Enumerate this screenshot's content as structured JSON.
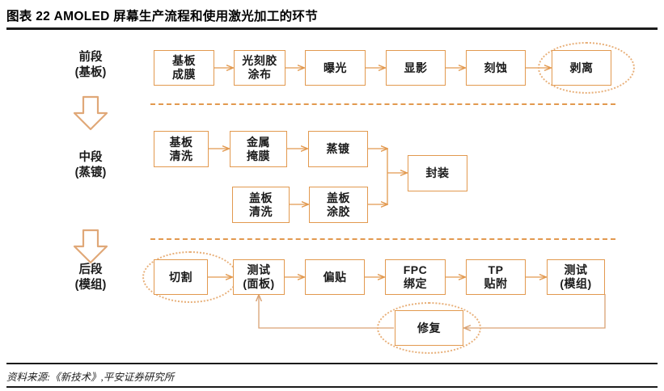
{
  "header": {
    "exhibit_label": "图表 22",
    "title": "AMOLED 屏幕生产流程和使用激光加工的环节",
    "full_title": "图表 22   AMOLED 屏幕生产流程和使用激光加工的环节"
  },
  "footer": {
    "source_note": "资料来源:《新技术》,平安证券研究所"
  },
  "colors": {
    "box_border": "#E2994F",
    "arrow": "#E2994F",
    "highlight_ellipse": "#E8B07A",
    "separator": "#E2994F",
    "rule": "#1b1b1b",
    "text": "#1a1a1a",
    "background": "#ffffff"
  },
  "stages": [
    {
      "id": "front",
      "line1": "前段",
      "line2": "(基板)"
    },
    {
      "id": "middle",
      "line1": "中段",
      "line2": "(蒸镀)"
    },
    {
      "id": "back",
      "line1": "后段",
      "line2": "(模组)"
    }
  ],
  "arrows_between_stages": [
    {
      "id": "front-to-middle",
      "icon": "down-arrow-icon"
    },
    {
      "id": "middle-to-back",
      "icon": "down-arrow-icon"
    }
  ],
  "rows": {
    "front": {
      "nodes": [
        {
          "id": "n1",
          "line1": "基板",
          "line2": "成膜",
          "highlighted": false
        },
        {
          "id": "n2",
          "line1": "光刻胶",
          "line2": "涂布",
          "highlighted": false
        },
        {
          "id": "n3",
          "line1": "曝光",
          "line2": "",
          "highlighted": false
        },
        {
          "id": "n4",
          "line1": "显影",
          "line2": "",
          "highlighted": false
        },
        {
          "id": "n5",
          "line1": "刻蚀",
          "line2": "",
          "highlighted": false
        },
        {
          "id": "n6",
          "line1": "剥离",
          "line2": "",
          "highlighted": true
        }
      ]
    },
    "middle": {
      "nodes_top": [
        {
          "id": "m1",
          "line1": "基板",
          "line2": "清洗",
          "highlighted": false
        },
        {
          "id": "m2",
          "line1": "金属",
          "line2": "掩膜",
          "highlighted": false
        },
        {
          "id": "m3",
          "line1": "蒸镀",
          "line2": "",
          "highlighted": false
        }
      ],
      "nodes_bottom": [
        {
          "id": "m4",
          "line1": "盖板",
          "line2": "清洗",
          "highlighted": false
        },
        {
          "id": "m5",
          "line1": "盖板",
          "line2": "涂胶",
          "highlighted": false
        }
      ],
      "nodes_merge": [
        {
          "id": "m6",
          "line1": "封装",
          "line2": "",
          "highlighted": false
        }
      ]
    },
    "back": {
      "nodes": [
        {
          "id": "b1",
          "line1": "切割",
          "line2": "",
          "highlighted": true
        },
        {
          "id": "b2",
          "line1": "测试",
          "line2": "(面板)",
          "highlighted": false
        },
        {
          "id": "b3",
          "line1": "偏贴",
          "line2": "",
          "highlighted": false
        },
        {
          "id": "b4",
          "line1": "FPC",
          "line2": "绑定",
          "highlighted": false
        },
        {
          "id": "b5",
          "line1": "TP",
          "line2": "贴附",
          "highlighted": false
        },
        {
          "id": "b6",
          "line1": "测试",
          "line2": "(模组)",
          "highlighted": false
        }
      ],
      "nodes_feedback": [
        {
          "id": "b7",
          "line1": "修复",
          "line2": "",
          "highlighted": true
        }
      ]
    }
  },
  "highlight_legend": {
    "meaning": "使用激光加工的环节",
    "highlighted_nodes": [
      "剥离",
      "切割",
      "修复"
    ]
  }
}
